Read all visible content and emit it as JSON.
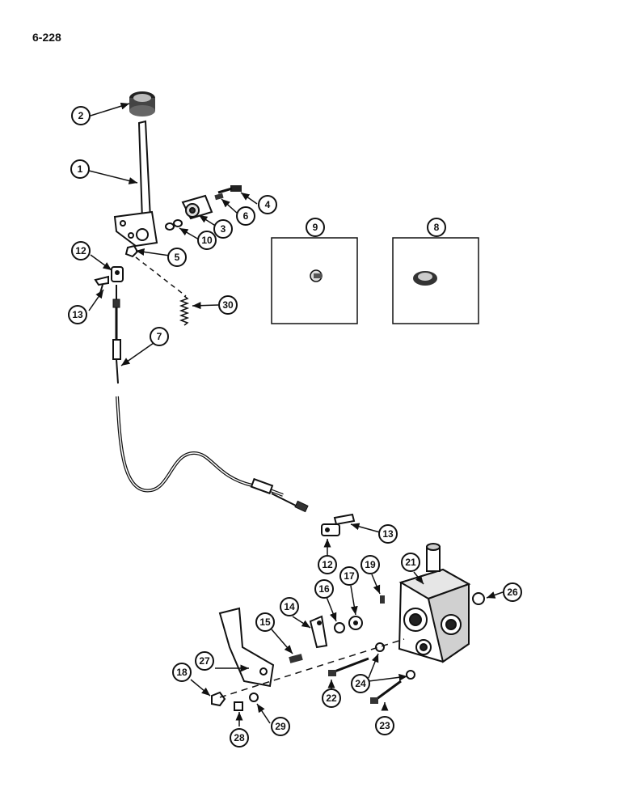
{
  "page_number": "6-228",
  "callouts": {
    "c1": "1",
    "c2": "2",
    "c3": "3",
    "c4": "4",
    "c5": "5",
    "c6": "6",
    "c7": "7",
    "c8": "8",
    "c9": "9",
    "c10": "10",
    "c12a": "12",
    "c12b": "12",
    "c13a": "13",
    "c13b": "13",
    "c14": "14",
    "c15": "15",
    "c16": "16",
    "c17": "17",
    "c18": "18",
    "c19": "19",
    "c21": "21",
    "c22": "22",
    "c23": "23",
    "c24": "24",
    "c26": "26",
    "c27": "27",
    "c28": "28",
    "c29": "29",
    "c30": "30"
  }
}
